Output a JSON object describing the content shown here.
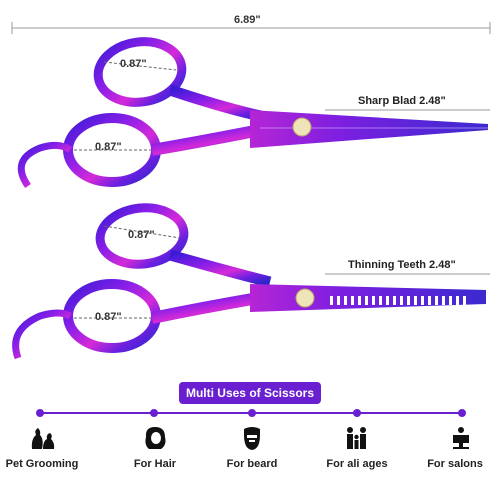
{
  "dimensions": {
    "total_length": "6.89\"",
    "ring_top_1": "0.87\"",
    "ring_bottom_1": "0.87\"",
    "ring_top_2": "0.87\"",
    "ring_bottom_2": "0.87\""
  },
  "labels": {
    "sharp_blade": "Sharp Blad 2.48\"",
    "thinning_teeth": "Thinning Teeth 2.48\""
  },
  "banner": {
    "title": "Multi Uses of Scissors"
  },
  "uses": [
    {
      "label": "Pet Grooming",
      "icon": "pet-icon"
    },
    {
      "label": "For Hair",
      "icon": "hair-icon"
    },
    {
      "label": "For beard",
      "icon": "beard-icon"
    },
    {
      "label": "For ali ages",
      "icon": "family-icon"
    },
    {
      "label": "For salons",
      "icon": "salon-chair-icon"
    }
  ],
  "colors": {
    "accent": "#6a1fd0",
    "metal_purple": "#7a1fe0",
    "metal_magenta": "#d42ad8"
  }
}
